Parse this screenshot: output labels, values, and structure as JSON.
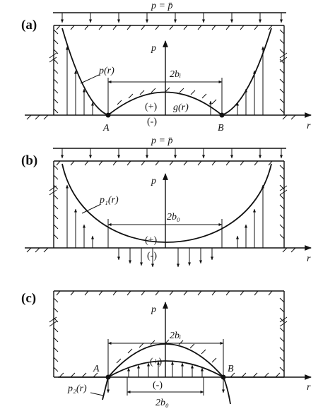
{
  "panels": [
    {
      "tag": "(a)",
      "load": "p = p̄",
      "axis_p": "p",
      "axis_r": "r",
      "curve": "p(r)",
      "gap_curve": "g(r)",
      "width": "2bᵢ",
      "plus": "(+)",
      "minus": "(-)",
      "pt_a": "A",
      "pt_b": "B"
    },
    {
      "tag": "(b)",
      "load": "p = p̄",
      "axis_p": "p",
      "axis_r": "r",
      "curve": "p₁(r)",
      "width": "2b₀",
      "plus": "(+)",
      "minus": "(-)"
    },
    {
      "tag": "(c)",
      "axis_p": "p",
      "axis_r": "r",
      "curve": "p₂(r)",
      "width_top": "2bᵢ",
      "width_bottom": "2b₀",
      "plus": "(+)",
      "minus": "(-)",
      "pt_a": "A",
      "pt_b": "B"
    }
  ]
}
